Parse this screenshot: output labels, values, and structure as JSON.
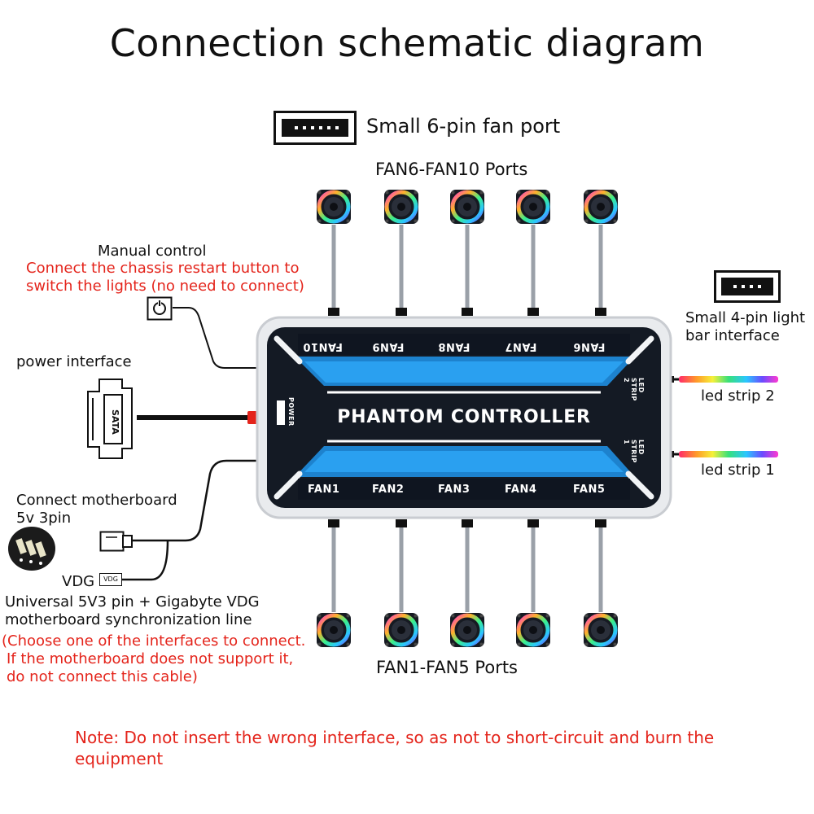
{
  "title": "Connection schematic diagram",
  "fan_port": {
    "label": "Small 6-pin fan port"
  },
  "top_ports_label": "FAN6-FAN10 Ports",
  "bottom_ports_label": "FAN1-FAN5 Ports",
  "manual_control": {
    "title": "Manual control",
    "line1": "Connect the chassis restart button to",
    "line2": "switch the lights (no need to connect)"
  },
  "power_interface": "power interface",
  "sata_label": "SATA",
  "motherboard": {
    "line1": "Connect motherboard",
    "line2": "5v 3pin"
  },
  "vdg_label": "VDG",
  "vdg_plug_text": "VDG",
  "sync_line": {
    "line1": "Universal 5V3 pin + Gigabyte VDG",
    "line2": "motherboard synchronization line"
  },
  "choose_note": {
    "line1": "(Choose one of the interfaces to connect.",
    "line2": "If the motherboard does not support it,",
    "line3": "do not connect this cable)"
  },
  "light_bar": {
    "line1": "Small 4-pin light",
    "line2": "bar interface"
  },
  "led_strip_2": "led strip 2",
  "led_strip_1": "led strip 1",
  "controller": {
    "name": "PHANTOM CONTROLLER",
    "top_fans": [
      "FAN10",
      "FAN9",
      "FAN8",
      "FAN7",
      "FAN6"
    ],
    "bottom_fans": [
      "FAN1",
      "FAN2",
      "FAN3",
      "FAN4",
      "FAN5"
    ],
    "led_strip_2": "LED STRIP 2",
    "led_strip_1": "LED STRIP 1",
    "power": "POWER"
  },
  "note": "Note: Do not insert the wrong interface, so as not to short-circuit and burn the equipment",
  "colors": {
    "red": "#e4241b",
    "accent_blue": "#1e88d8",
    "body_dark": "#141a24"
  }
}
